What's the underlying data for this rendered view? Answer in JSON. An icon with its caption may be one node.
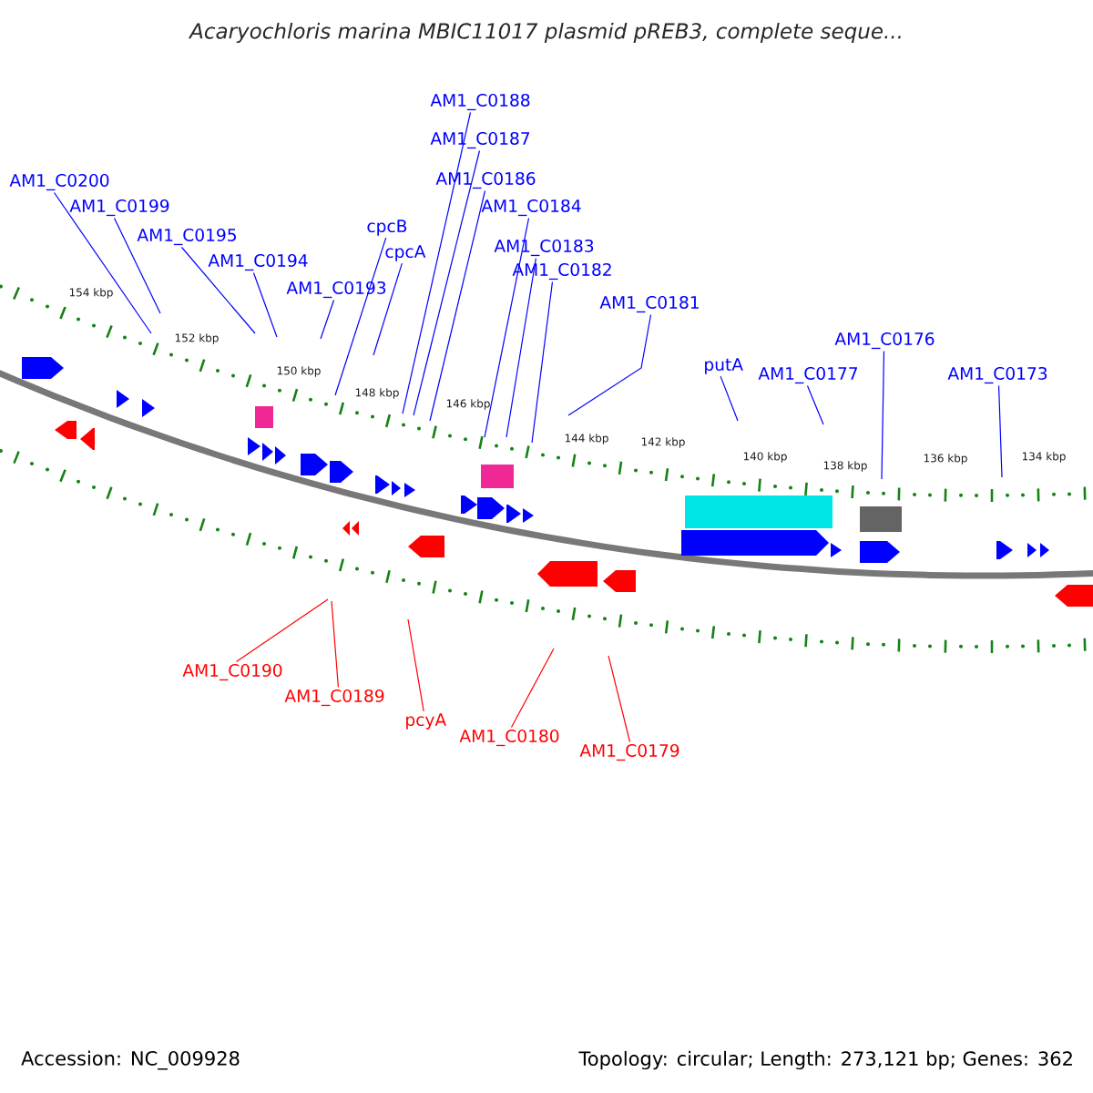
{
  "diagram": {
    "title": "Acaryochloris marina MBIC11017 plasmid pREB3, complete seque...",
    "nodes": [
      {
        "text": [
          "AM1_C0200"
        ]
      },
      {
        "text": [
          "AM1_C0199"
        ]
      },
      {
        "text": [
          "AM1_C0195"
        ]
      },
      {
        "text": [
          "AM1_C0194"
        ]
      },
      {
        "text": [
          "AM1_C0193"
        ]
      },
      {
        "text": [
          "cpcB"
        ]
      },
      {
        "text": [
          "cpcA"
        ]
      },
      {
        "text": [
          "AM1_C0188"
        ]
      },
      {
        "text": [
          "AM1_C0187"
        ]
      },
      {
        "text": [
          "AM1_C0186"
        ]
      },
      {
        "text": [
          "AM1_C0184"
        ]
      },
      {
        "text": [
          "AM1_C0183"
        ]
      },
      {
        "text": [
          "AM1_C0182"
        ]
      },
      {
        "text": [
          "AM1_C0181"
        ]
      },
      {
        "text": [
          "putA"
        ]
      },
      {
        "text": [
          "AM1_C0177"
        ]
      },
      {
        "text": [
          "AM1_C0176"
        ]
      },
      {
        "text": [
          "AM1_C0173"
        ]
      },
      {
        "text": [
          "AM1_C0190"
        ]
      },
      {
        "text": [
          "AM1_C0189"
        ]
      },
      {
        "text": [
          "pcyA"
        ]
      },
      {
        "text": [
          "AM1_C0180"
        ]
      },
      {
        "text": [
          "AM1_C0179"
        ]
      }
    ],
    "edges": [
      {
        "from": 0,
        "to": null,
        "arrow": "none"
      },
      {
        "from": 1,
        "to": null,
        "arrow": "none"
      },
      {
        "from": 2,
        "to": null,
        "arrow": "none"
      },
      {
        "from": 3,
        "to": null,
        "arrow": "none"
      },
      {
        "from": 4,
        "to": null,
        "arrow": "none"
      },
      {
        "from": 5,
        "to": null,
        "arrow": "none"
      },
      {
        "from": 6,
        "to": null,
        "arrow": "none"
      },
      {
        "from": 7,
        "to": null,
        "arrow": "none"
      },
      {
        "from": 8,
        "to": null,
        "arrow": "none"
      },
      {
        "from": 9,
        "to": null,
        "arrow": "none"
      },
      {
        "from": 10,
        "to": null,
        "arrow": "none"
      },
      {
        "from": 11,
        "to": null,
        "arrow": "none"
      },
      {
        "from": 12,
        "to": null,
        "arrow": "none"
      },
      {
        "from": 13,
        "to": null,
        "arrow": "none"
      },
      {
        "from": 14,
        "to": null,
        "arrow": "none"
      },
      {
        "from": 15,
        "to": null,
        "arrow": "none"
      },
      {
        "from": 16,
        "to": null,
        "arrow": "none"
      },
      {
        "from": 17,
        "to": null,
        "arrow": "none"
      },
      {
        "from": 18,
        "to": null,
        "arrow": "none",
        "color": "#ff0000"
      },
      {
        "from": 19,
        "to": null,
        "arrow": "none",
        "color": "#ff0000"
      },
      {
        "from": 20,
        "to": null,
        "arrow": "none",
        "color": "#ff0000"
      },
      {
        "from": 21,
        "to": null,
        "arrow": "none",
        "color": "#ff0000"
      },
      {
        "from": 22,
        "to": null,
        "arrow": "none",
        "color": "#ff0000"
      }
    ],
    "labels": [
      "154 kbp",
      "152 kbp",
      "150 kbp",
      "148 kbp",
      "146 kbp",
      "144 kbp",
      "142 kbp",
      "140 kbp",
      "138 kbp",
      "136 kbp",
      "134 kbp",
      "Accession: NC_009928",
      "Topology: circular; Length: 273,121 bp; Genes: 362"
    ]
  }
}
